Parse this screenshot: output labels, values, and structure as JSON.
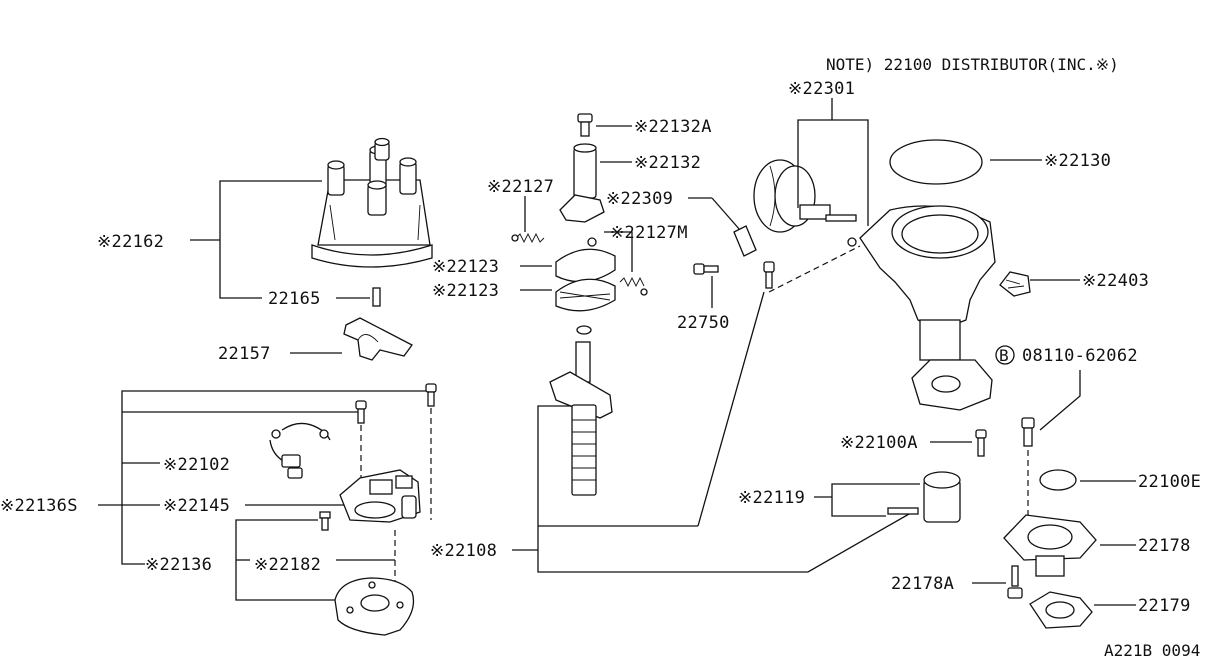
{
  "note": "NOTE) 22100 DISTRIBUTOR(INC.※)",
  "diagram_code": "A221B 0094",
  "bolt_circle_symbol": "B",
  "labels": {
    "p22301": "※22301",
    "p22132A": "※22132A",
    "p22132": "※22132",
    "p22130": "※22130",
    "p22127": "※22127",
    "p22309": "※22309",
    "p22162": "※22162",
    "p22127M": "※22127M",
    "p22123a": "※22123",
    "p22123b": "※22123",
    "p22403": "※22403",
    "p22165": "22165",
    "p22750": "22750",
    "p22157": "22157",
    "p08110": "08110-62062",
    "p22100A": "※22100A",
    "p22102": "※22102",
    "p22100E": "22100E",
    "p22136S": "※22136S",
    "p22145": "※22145",
    "p22119": "※22119",
    "p22178": "22178",
    "p22108": "※22108",
    "p22136": "※22136",
    "p22182": "※22182",
    "p22178A": "22178A",
    "p22179": "22179"
  }
}
